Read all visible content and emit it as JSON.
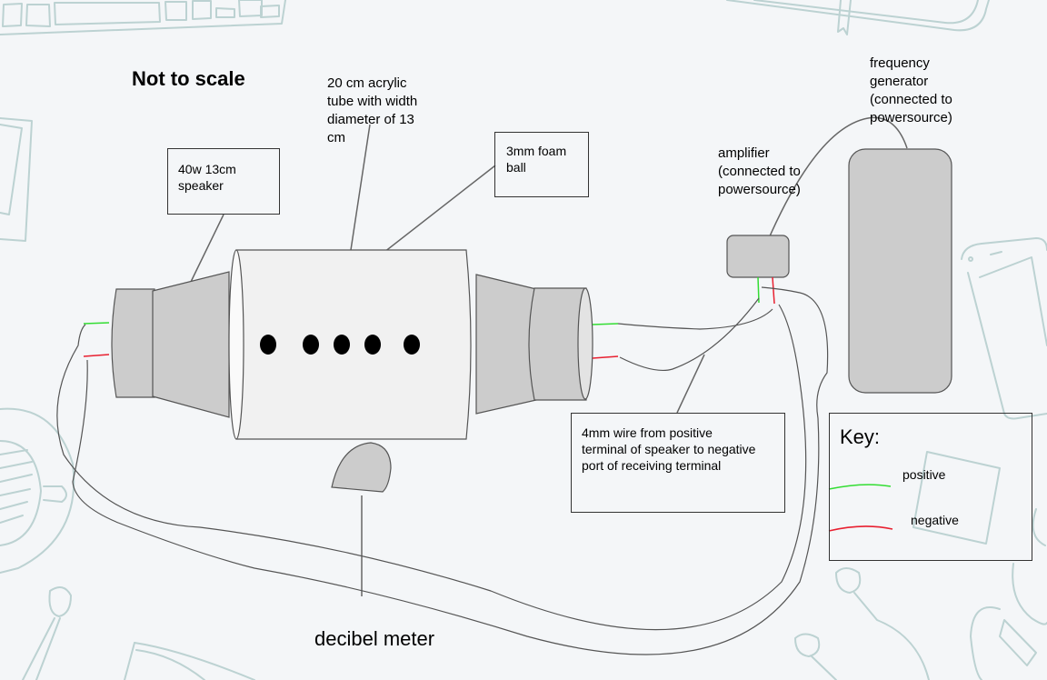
{
  "diagram": {
    "title": "Not to scale",
    "components": {
      "speaker_label": "40w 13cm\nspeaker",
      "tube_label": "20 cm acrylic\ntube with width\ndiameter of 13\ncm",
      "foam_ball_label": "3mm foam\nball",
      "amplifier_label": "amplifier\n(connected to\npowersource)",
      "frequency_generator_label": "frequency\ngenerator\n(connected to\npowersource)",
      "wire_label": "4mm wire from positive\nterminal of speaker to negative\nport of receiving terminal",
      "decibel_meter_label": "decibel meter"
    },
    "foam_balls_count": 5,
    "key": {
      "title": "Key:",
      "items": [
        {
          "label": "positive",
          "color": "#33dd33"
        },
        {
          "label": "negative",
          "color": "#e82030"
        }
      ]
    },
    "colors": {
      "wire": "#555555",
      "positive": "#33dd33",
      "negative": "#e82030",
      "device_fill": "#cccccc",
      "tube_fill": "#f1f1f1",
      "doodle": "#b9d0d0"
    }
  }
}
